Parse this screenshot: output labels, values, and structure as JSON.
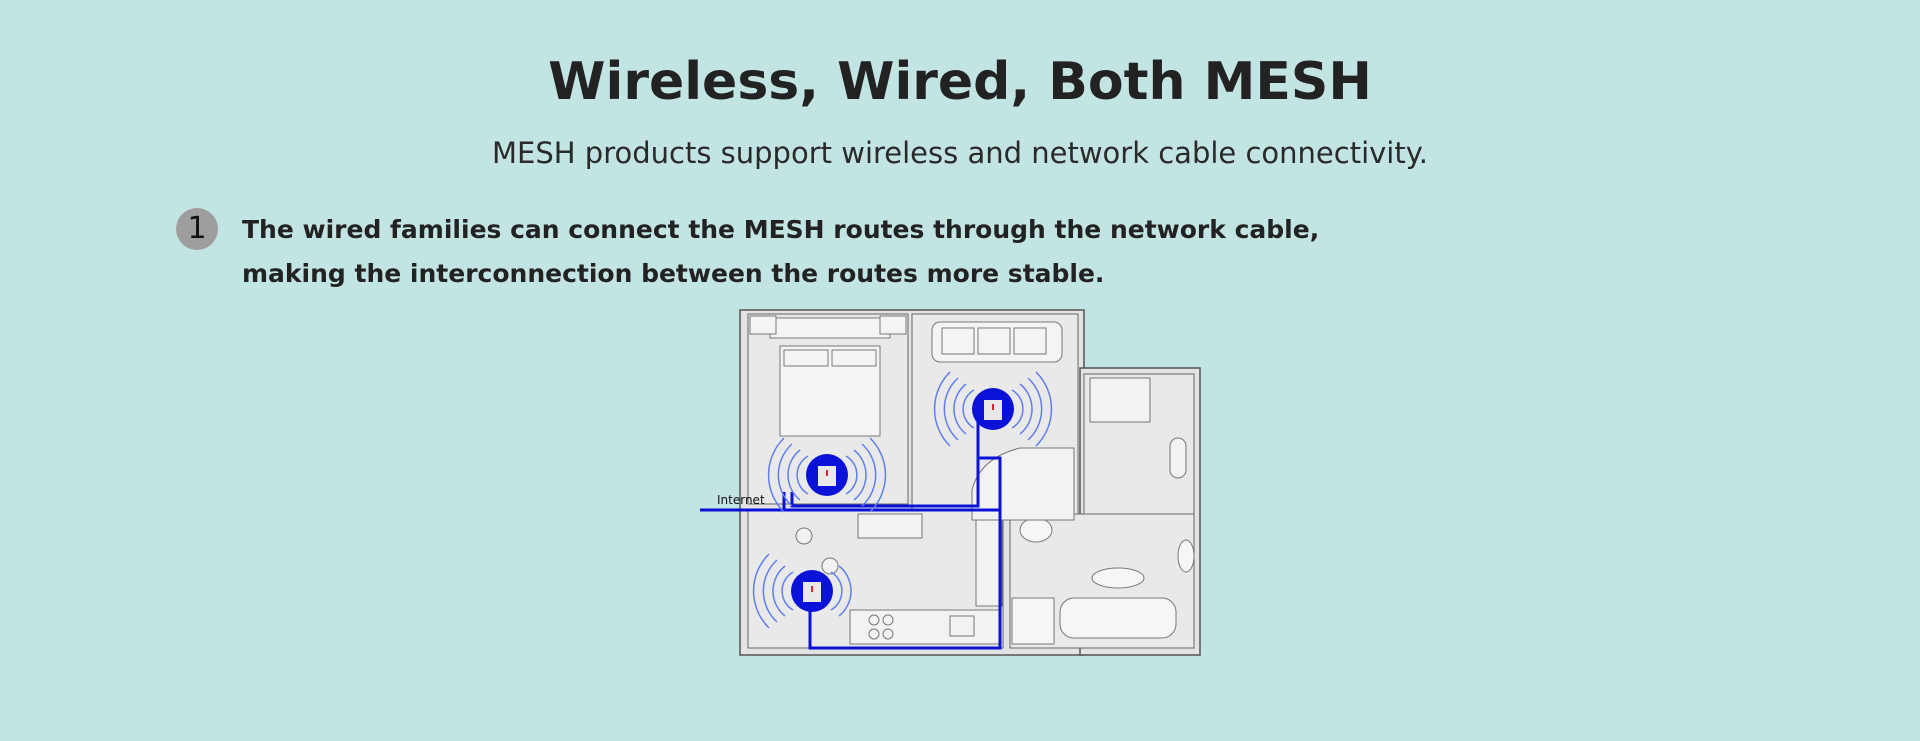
{
  "header": {
    "title": "Wireless, Wired, Both MESH",
    "subtitle": "MESH products support wireless and network cable connectivity."
  },
  "feature": {
    "number": "1",
    "text": "The wired families can connect the MESH routes through the network cable, making the interconnection between the routes more stable."
  },
  "diagram": {
    "internet_label": "Internet",
    "icons": [
      "floor-plan-illustration",
      "mesh-router-icon",
      "wifi-waves-icon",
      "network-cable-line"
    ],
    "colors": {
      "background": "#c2e4e3",
      "cable": "#0a12d8",
      "router": "#0a12d8",
      "waves": "#5f7ff0",
      "wall": "#555555",
      "floor": "#e6e6e6"
    }
  }
}
